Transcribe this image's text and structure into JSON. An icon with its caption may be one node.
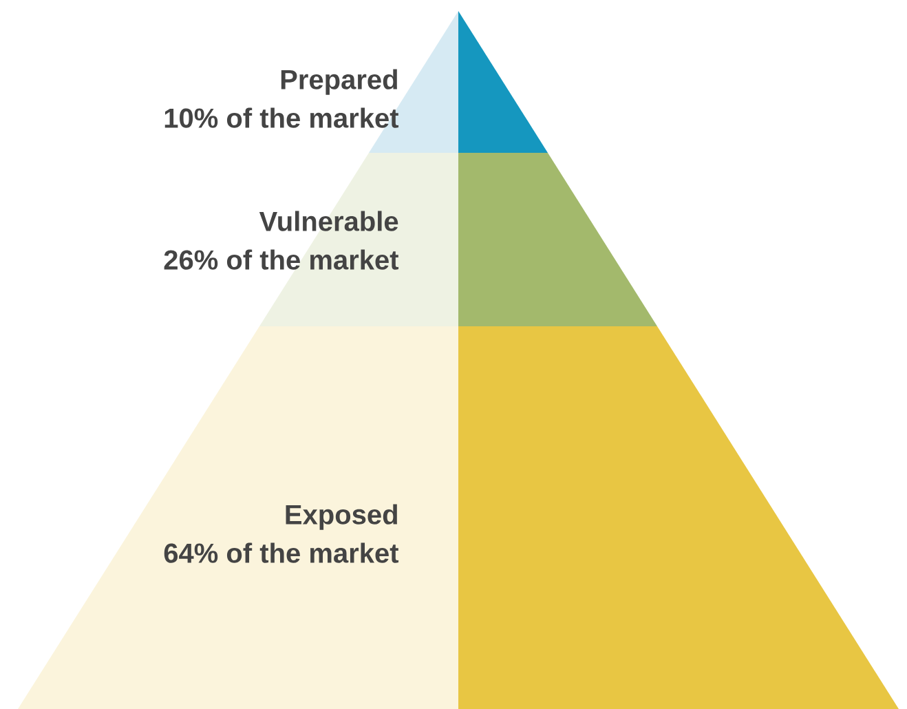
{
  "diagram": {
    "nodes": [
      {
        "text": [
          "Prepared",
          "10% of the market"
        ]
      },
      {
        "text": [
          "Vulnerable",
          "26% of the market"
        ]
      },
      {
        "text": [
          "Exposed",
          "64% of the market"
        ]
      }
    ]
  }
}
